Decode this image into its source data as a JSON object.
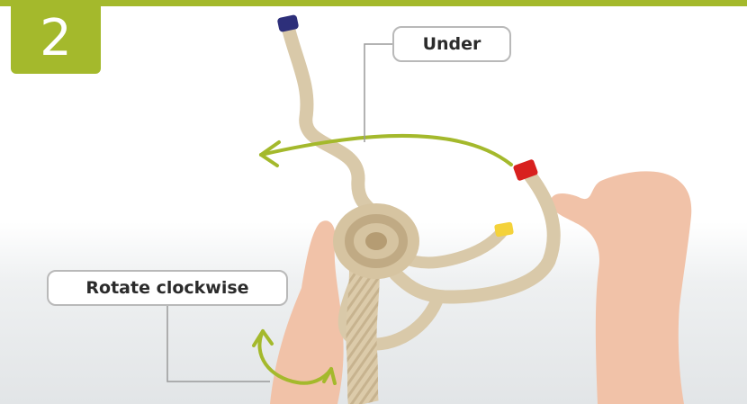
{
  "step": {
    "number": "2"
  },
  "labels": {
    "under": "Under",
    "rotate": "Rotate clockwise"
  },
  "colors": {
    "accent": "#a4b92c",
    "rope": "#d9c9a9",
    "end_blue": "#2d2f7a",
    "end_red": "#d8201e",
    "end_yellow": "#f4d23a",
    "skin": "#f1c2a8"
  },
  "icons": {
    "arrow_direction": "left-arrow",
    "rotate_direction": "clockwise-arrow"
  }
}
